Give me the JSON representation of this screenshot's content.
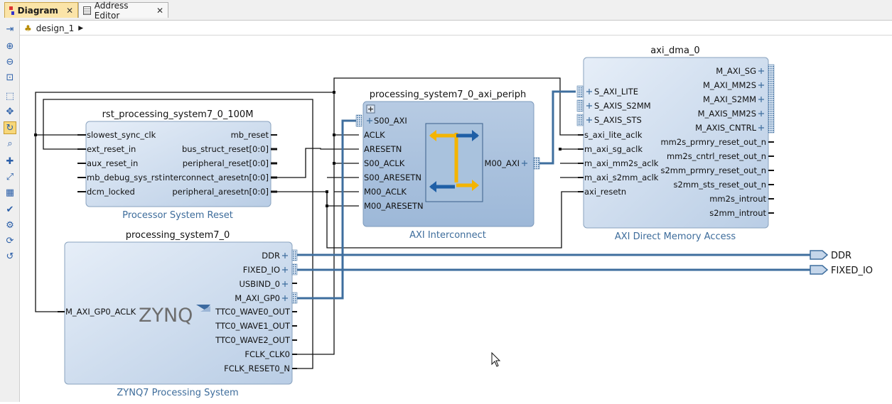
{
  "tabs": [
    {
      "label": "Diagram",
      "active": true,
      "close": "✕"
    },
    {
      "label": "Address Editor",
      "active": false,
      "close": "✕"
    }
  ],
  "breadcrumb": {
    "label": "design_1"
  },
  "colors": {
    "wire": "#3e6e9e",
    "block_fill": "#c5d6ea",
    "interconnect_fill": "#a9c2dd",
    "accent": "#f4b400"
  },
  "blocks": {
    "rst": {
      "title": "rst_processing_system7_0_100M",
      "caption": "Processor System Reset",
      "left_pins": [
        "slowest_sync_clk",
        "ext_reset_in",
        "aux_reset_in",
        "mb_debug_sys_rst",
        "dcm_locked"
      ],
      "right_pins": [
        "mb_reset",
        "bus_struct_reset[0:0]",
        "peripheral_reset[0:0]",
        "interconnect_aresetn[0:0]",
        "peripheral_aresetn[0:0]"
      ]
    },
    "ps7": {
      "title": "processing_system7_0",
      "caption": "ZYNQ7 Processing System",
      "logo": "ZYNQ",
      "left_pins": [
        "M_AXI_GP0_ACLK"
      ],
      "right_pins": [
        "DDR",
        "FIXED_IO",
        "USBIND_0",
        "M_AXI_GP0",
        "TTC0_WAVE0_OUT",
        "TTC0_WAVE1_OUT",
        "TTC0_WAVE2_OUT",
        "FCLK_CLK0",
        "FCLK_RESET0_N"
      ]
    },
    "axi_periph": {
      "title": "processing_system7_0_axi_periph",
      "caption": "AXI Interconnect",
      "expand": "+",
      "left_pins": [
        "S00_AXI",
        "ACLK",
        "ARESETN",
        "S00_ACLK",
        "S00_ARESETN",
        "M00_ACLK",
        "M00_ARESETN"
      ],
      "right_pins": [
        "M00_AXI"
      ]
    },
    "dma": {
      "title": "axi_dma_0",
      "caption": "AXI Direct Memory Access",
      "left_pins": [
        "S_AXI_LITE",
        "S_AXIS_S2MM",
        "S_AXIS_STS",
        "s_axi_lite_aclk",
        "m_axi_sg_aclk",
        "m_axi_mm2s_aclk",
        "m_axi_s2mm_aclk",
        "axi_resetn"
      ],
      "right_pins": [
        "M_AXI_SG",
        "M_AXI_MM2S",
        "M_AXI_S2MM",
        "M_AXIS_MM2S",
        "M_AXIS_CNTRL",
        "mm2s_prmry_reset_out_n",
        "mm2s_cntrl_reset_out_n",
        "s2mm_prmry_reset_out_n",
        "s2mm_sts_reset_out_n",
        "mm2s_introut",
        "s2mm_introut"
      ]
    }
  },
  "external_ports": [
    "DDR",
    "FIXED_IO"
  ]
}
